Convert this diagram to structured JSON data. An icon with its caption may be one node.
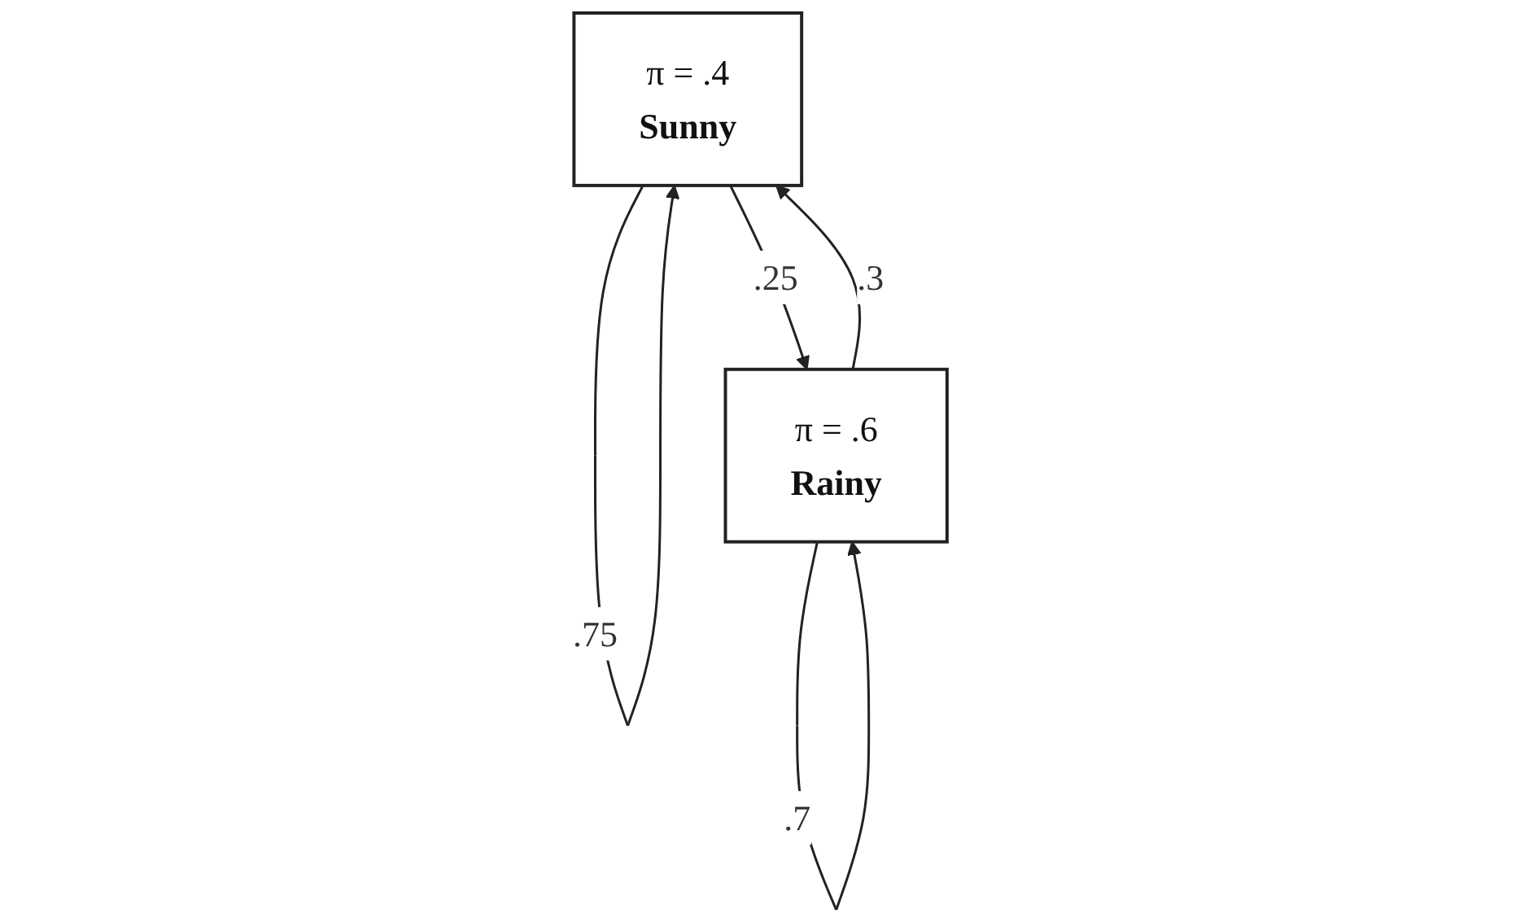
{
  "diagram": {
    "nodes": [
      {
        "text": [
          "π = .4",
          "Sunny"
        ]
      },
      {
        "text": [
          "π = .6",
          "Rainy"
        ]
      }
    ],
    "edges": [
      {
        "from": 0,
        "to": 0,
        "arrow": "to",
        "label": ".75"
      },
      {
        "from": 0,
        "to": 1,
        "arrow": "to",
        "label": ".25"
      },
      {
        "from": 1,
        "to": 0,
        "arrow": "to",
        "label": ".3"
      },
      {
        "from": 1,
        "to": 1,
        "arrow": "to",
        "label": ".7"
      }
    ]
  }
}
